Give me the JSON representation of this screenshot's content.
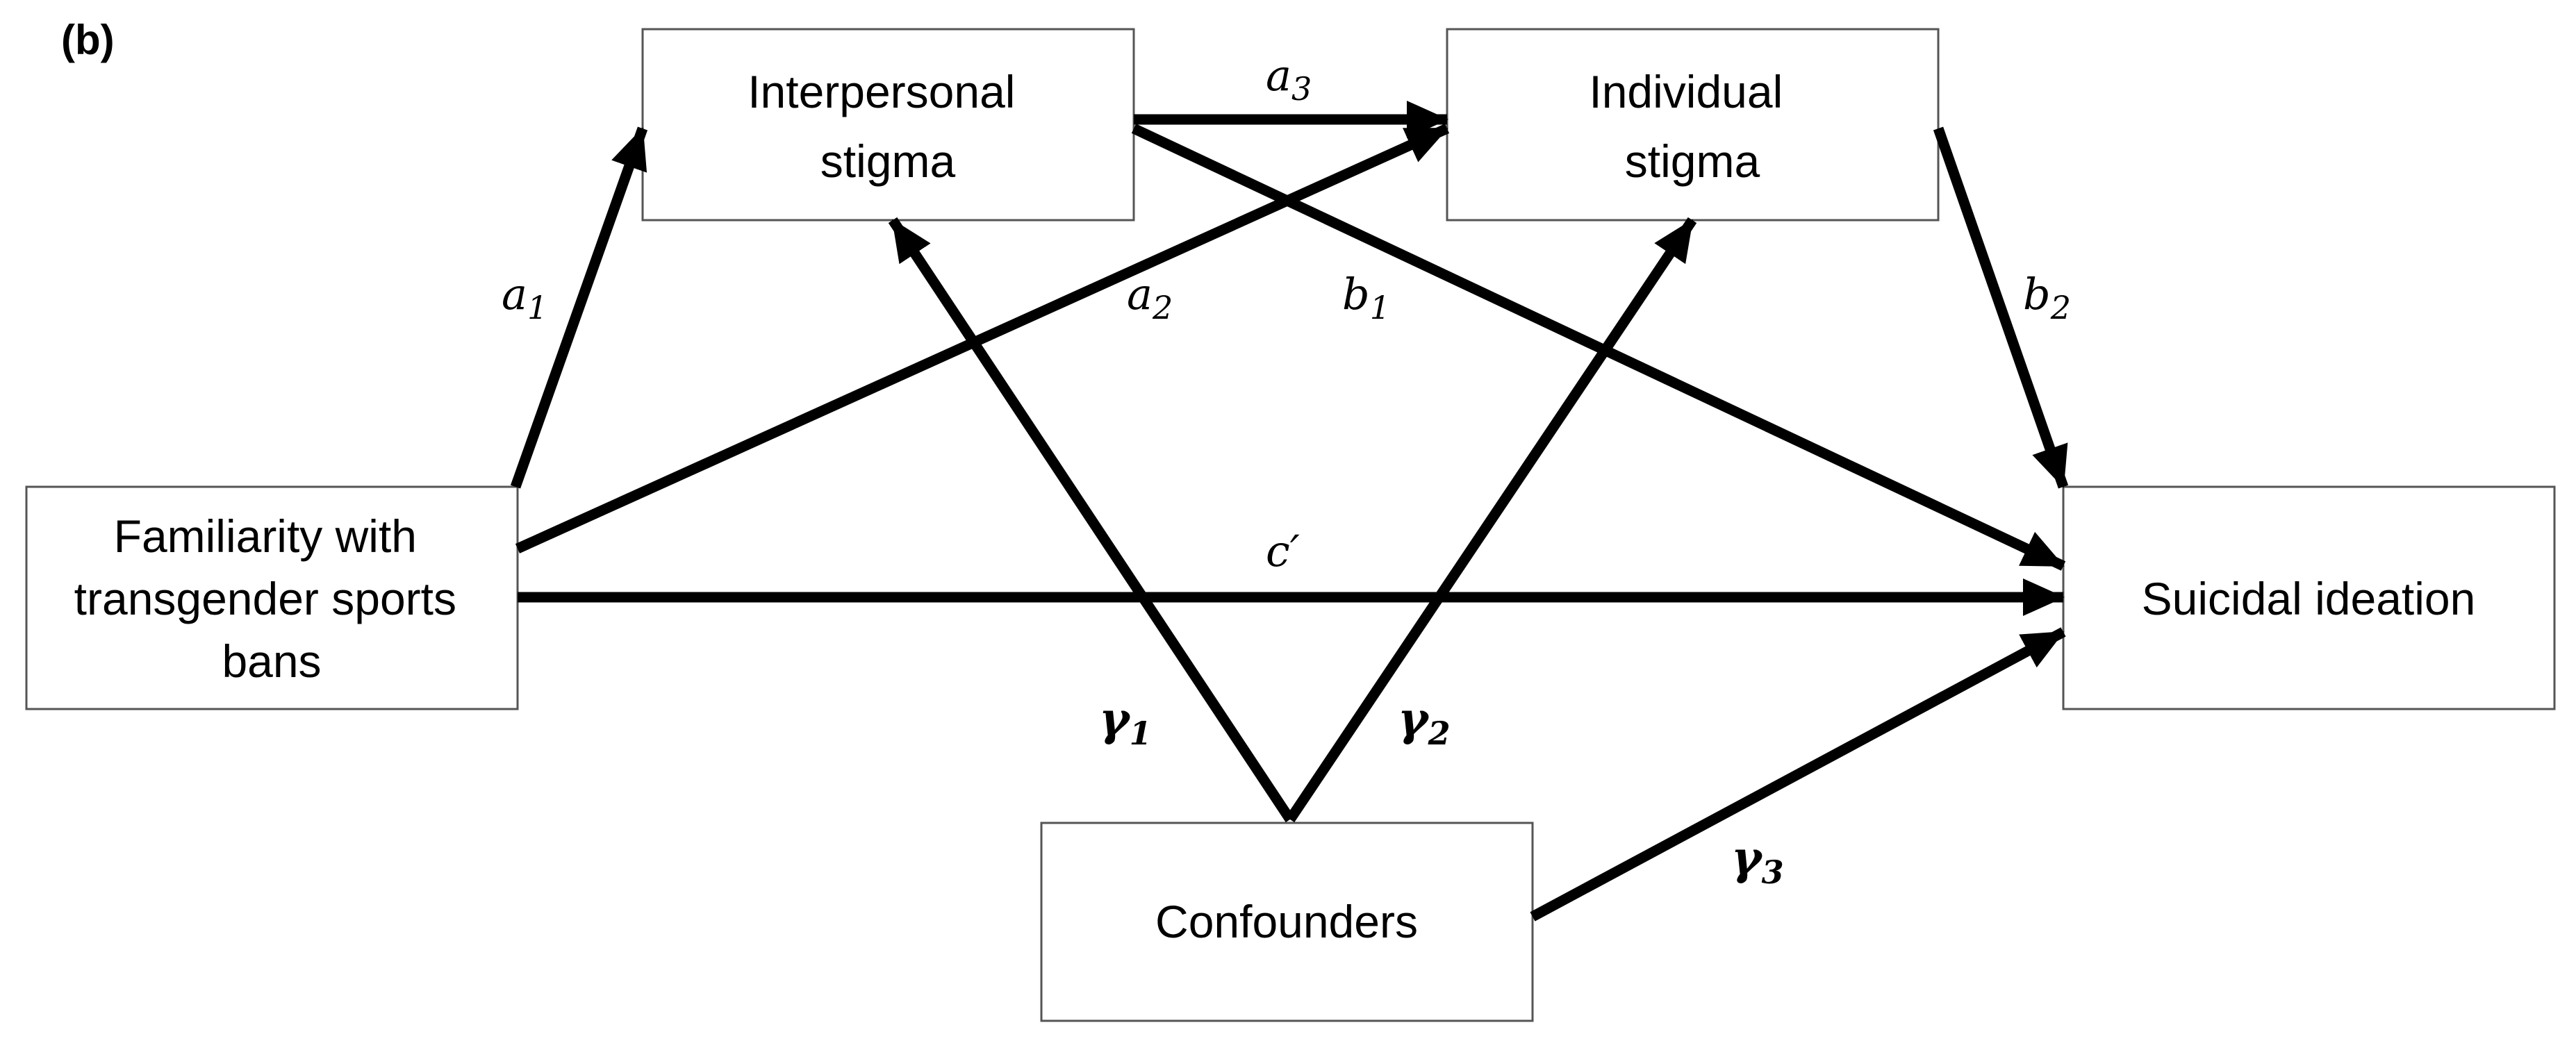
{
  "panel_label": "(b)",
  "nodes": {
    "interpersonal": {
      "lines": [
        "Interpersonal",
        "stigma"
      ]
    },
    "individual": {
      "lines": [
        "Individual",
        "stigma"
      ]
    },
    "familiarity": {
      "lines": [
        "Familiarity with",
        "transgender sports",
        "bans"
      ]
    },
    "suicidal": {
      "lines": [
        "Suicidal ideation"
      ]
    },
    "confounders": {
      "lines": [
        "Confounders"
      ]
    }
  },
  "edges": {
    "a1": {
      "base": "a",
      "sub": "1"
    },
    "a2": {
      "base": "a",
      "sub": "2"
    },
    "a3": {
      "base": "a",
      "sub": "3"
    },
    "b1": {
      "base": "b",
      "sub": "1"
    },
    "b2": {
      "base": "b",
      "sub": "2"
    },
    "c_prime": {
      "base": "c′",
      "sub": ""
    },
    "gamma1": {
      "base": "γ",
      "sub": "1"
    },
    "gamma2": {
      "base": "γ",
      "sub": "2"
    },
    "gamma3": {
      "base": "γ",
      "sub": "3"
    }
  }
}
